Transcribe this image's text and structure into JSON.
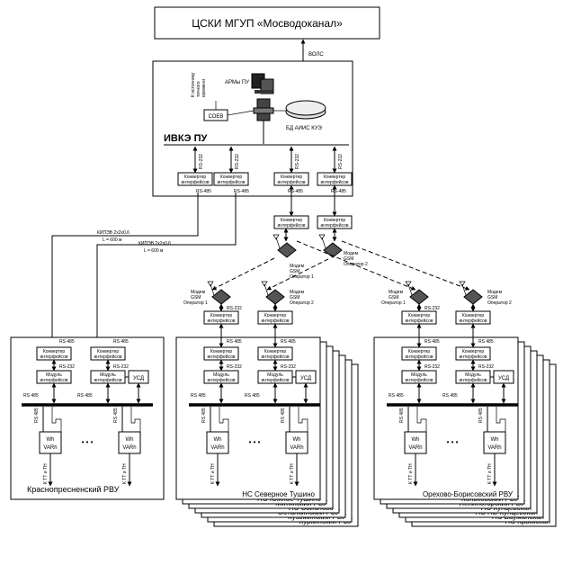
{
  "header": {
    "title": "ЦСКИ МГУП «Мосводоканал»"
  },
  "link_vols": "ВОЛС",
  "center": {
    "title": "ИВКЭ ПУ",
    "arm": "АРМы ПУ",
    "soev": "СОЕВ",
    "time_source": [
      "К источнику",
      "точного",
      "времени"
    ],
    "db": "БД АИИС КУЭ"
  },
  "converter": [
    "Конвертер",
    "интерфейсов"
  ],
  "module": [
    "Модуль",
    "интерфейсов"
  ],
  "usd": "УСД",
  "meter": [
    "Wh",
    "VARh"
  ],
  "ktt": "К ТТ и ТН",
  "ellipsis": "• • •",
  "rs232": "RS-232",
  "rs485": "RS-485",
  "rs485s": "RS 485",
  "rs232s": "RS 232",
  "modem": [
    "Модем",
    "GSM"
  ],
  "operator1": "Оператор 1",
  "operator2": "Оператор 2",
  "cable": [
    "КИПЭВ 2х2х0,6",
    "L = 600 м"
  ],
  "left_group": {
    "name": "Краснопресненский РВУ"
  },
  "middle_group": {
    "stack": [
      "НС Северное Тушино",
      "НС Южное Тушино",
      "Митинский РВУ",
      "НС Свиблово",
      "Останкинский РВУ",
      "Кузьминский РВУ",
      "Куркинский РВУ"
    ]
  },
  "right_group": {
    "stack": [
      "Орехово-Борисовский РВУ",
      "Коньковский РВУ",
      "Лениногорский РВУ",
      "НС Кунцевская",
      "НС ПВ Кунцевская",
      "НС Бауманская",
      "НС Крымская"
    ]
  }
}
